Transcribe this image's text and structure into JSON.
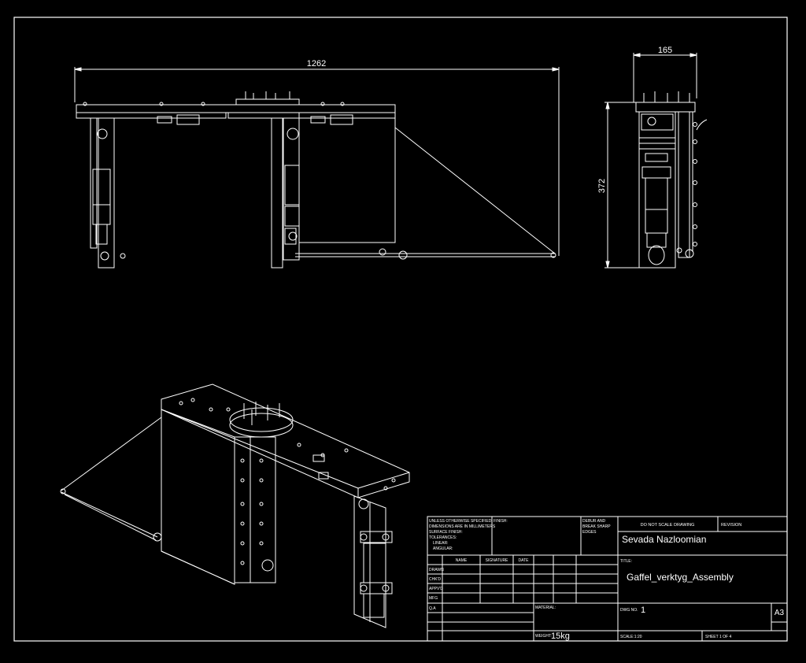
{
  "dimensions": {
    "front_width": "1262",
    "side_width": "165",
    "side_height": "372"
  },
  "title_block": {
    "tolerance_notes": [
      "UNLESS OTHERWISE SPECIFIED:",
      "DIMENSIONS ARE IN MILLIMETERS",
      "SURFACE FINISH:",
      "TOLERANCES:",
      "LINEAR:",
      "ANGULAR:"
    ],
    "finish_label": "FINISH:",
    "deburr_label": [
      "DEBUR AND",
      "BREAK SHARP",
      "EDGES"
    ],
    "do_not_scale": "DO NOT SCALE DRAWING",
    "revision_label": "REVISION",
    "company": "Sevada Nazloomian",
    "col_name": "NAME",
    "col_signature": "SIGNATURE",
    "col_date": "DATE",
    "rows": [
      "DRAWN",
      "CHK'D",
      "APPV'D",
      "MFG",
      "Q.A"
    ],
    "title_label": "TITLE:",
    "title": "Gaffel_verktyg_Assembly",
    "material_label": "MATERIAL:",
    "dwg_no_label": "DWG NO.",
    "dwg_no": "1",
    "size": "A3",
    "weight_label": "WEIGHT:",
    "weight": "15kg",
    "scale": "SCALE:1:20",
    "sheet": "SHEET 1 OF 4"
  }
}
